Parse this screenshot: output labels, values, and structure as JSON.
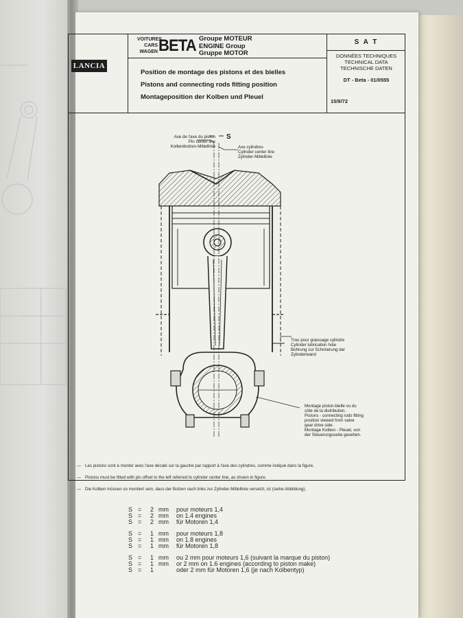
{
  "header": {
    "logo": "LANCIA",
    "vehicle_types": [
      "VOITURES",
      "CARS",
      "WAGEN"
    ],
    "model": "BETA",
    "groups": [
      "Groupe MOTEUR",
      "ENGINE Group",
      "Gruppe MOTOR"
    ],
    "titles": [
      "Position de montage des pistons et des bielles",
      "Pistons and connecting rods fitting position",
      "Montageposition der Kolben und Pleuel"
    ],
    "sat": "S A T",
    "tech_data": [
      "DONNÉES TECHNIQUES",
      "TECHNICAL DATA",
      "TECHNISCHE DATEN"
    ],
    "doc_ref": "DT - Beta - 01/0555",
    "date": "15/9/72"
  },
  "diagram": {
    "s_label": "S",
    "piston_pin_axis": [
      "Axe de l'axe du piston",
      "Pin center line",
      "Kolbenbolzen-Mittellinie"
    ],
    "cylinder_axis": [
      "Axe cylindres",
      "Cylinder center line",
      "Zylinder-Mittellinie"
    ],
    "lubrication_hole": [
      "Trou pour graissage cylindre",
      "Cylinder lubrication hole",
      "Bohrung zur Schmierung der",
      "Zylinderwand"
    ],
    "assembly_view": [
      "Montage piston-bielle vu du",
      "côte de la distribution.",
      "Pistons - connecting rods fitting",
      "position viewed from valve",
      "gear drive side.",
      "Montage Kolben - Pleuel, von",
      "der Steuerungsseite gesehen."
    ]
  },
  "notes": [
    "Les pistons sont à monter avec l'axe décalé sur la gauche par rapport à l'axe des cylindres, comme indiqué dans la figure.",
    "Pistons must be fitted with pin offset to the left referred to cylinder center line, as shown in figure.",
    "Die Kolben müssen so montiert sein, dass der Bolzen nach links zur Zylinder-Mittellinie versetzt, ist (siehe Abbildung)."
  ],
  "specs": [
    [
      {
        "s": "S",
        "eq": "=",
        "val": "2",
        "unit": "mm",
        "desc": "pour moteurs 1,4"
      },
      {
        "s": "S",
        "eq": "=",
        "val": "2",
        "unit": "mm",
        "desc": "on 1.4 engines"
      },
      {
        "s": "S",
        "eq": "=",
        "val": "2",
        "unit": "mm",
        "desc": "für Motoren 1,4"
      }
    ],
    [
      {
        "s": "S",
        "eq": "=",
        "val": "1",
        "unit": "mm",
        "desc": "pour moteurs 1,8"
      },
      {
        "s": "S",
        "eq": "=",
        "val": "1",
        "unit": "mm",
        "desc": "on 1.8 engines"
      },
      {
        "s": "S",
        "eq": "=",
        "val": "1",
        "unit": "mm",
        "desc": "für Motoren 1,8"
      }
    ],
    [
      {
        "s": "S",
        "eq": "=",
        "val": "1",
        "unit": "mm",
        "desc": "ou 2 mm pour moteurs 1,6 (suivant la marque du piston)"
      },
      {
        "s": "S",
        "eq": "=",
        "val": "1",
        "unit": "mm",
        "desc": "or 2 mm on 1.6 engines (according to piston make)"
      },
      {
        "s": "S",
        "eq": "=",
        "val": "1",
        "unit": "",
        "desc": "oder 2 mm für Motoren 1,6 (je nach Kolbentyp)"
      }
    ]
  ]
}
